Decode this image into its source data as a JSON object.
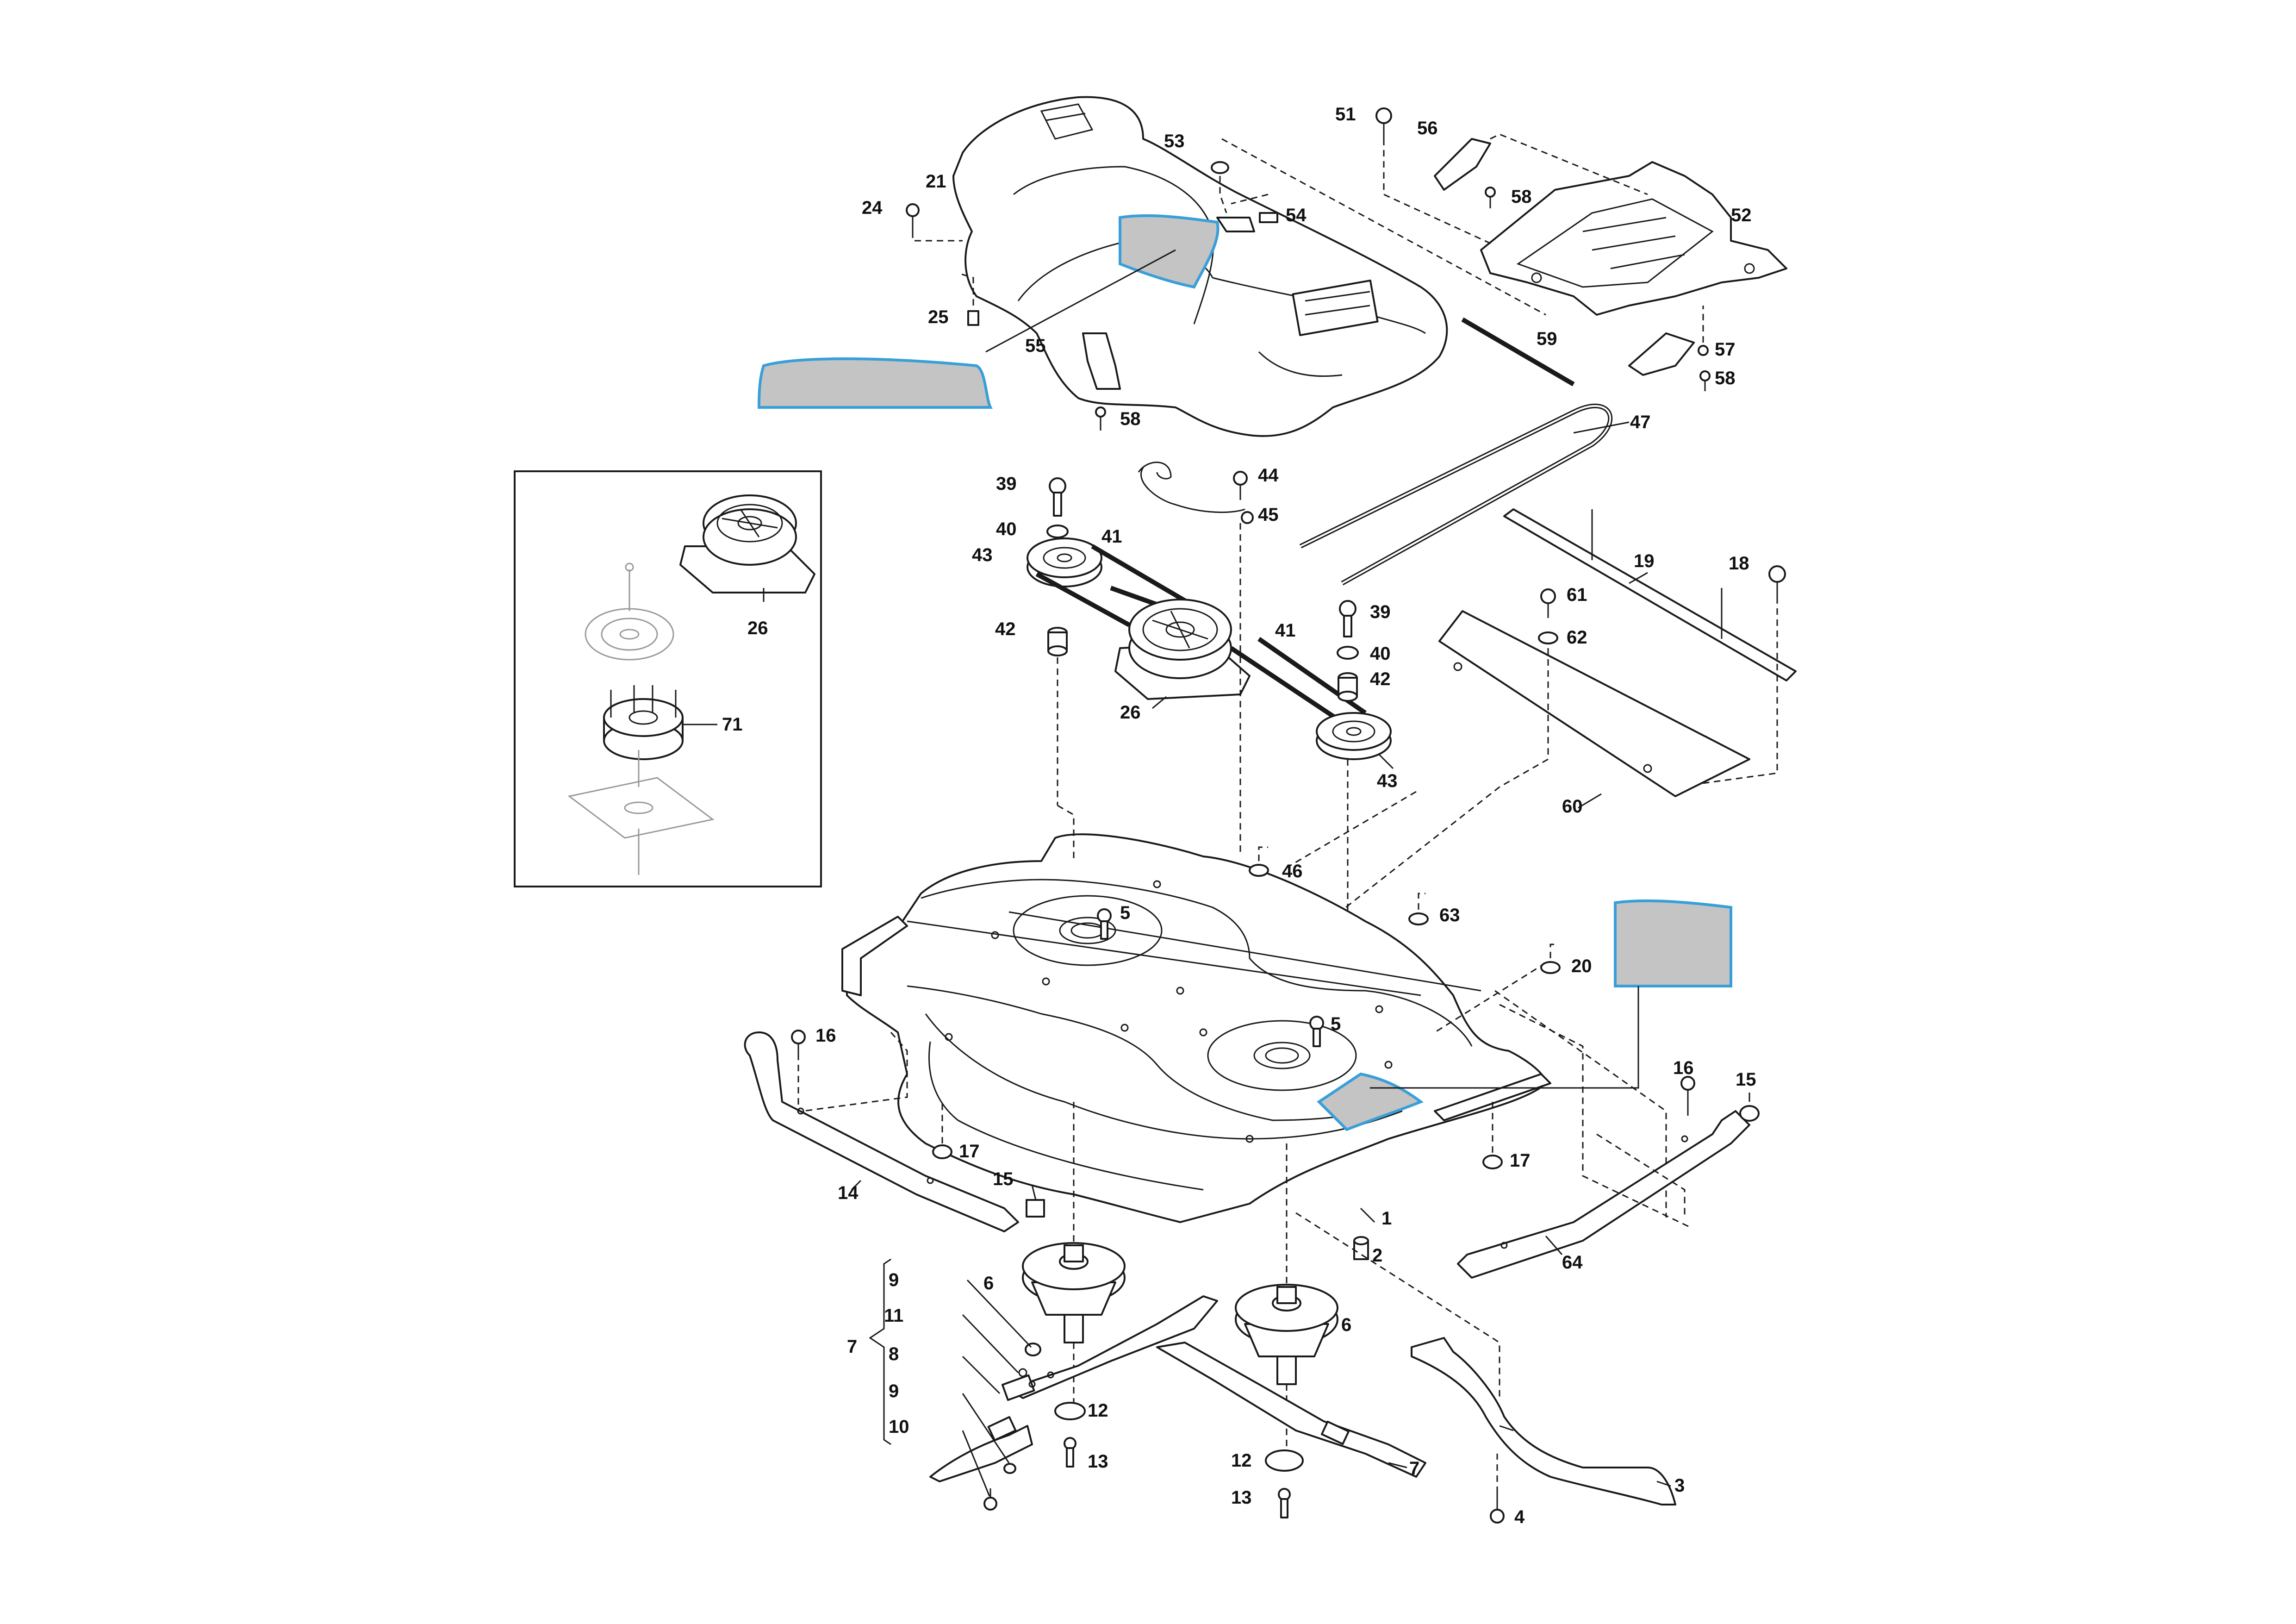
{
  "callouts": [
    {
      "key": "c21",
      "label": "21"
    },
    {
      "key": "c24",
      "label": "24"
    },
    {
      "key": "c25",
      "label": "25"
    },
    {
      "key": "c53",
      "label": "53"
    },
    {
      "key": "c54",
      "label": "54"
    },
    {
      "key": "c55",
      "label": "55"
    },
    {
      "key": "c58a",
      "label": "58"
    },
    {
      "key": "c51",
      "label": "51"
    },
    {
      "key": "c56",
      "label": "56"
    },
    {
      "key": "c58b",
      "label": "58"
    },
    {
      "key": "c52",
      "label": "52"
    },
    {
      "key": "c59",
      "label": "59"
    },
    {
      "key": "c57",
      "label": "57"
    },
    {
      "key": "c58c",
      "label": "58"
    },
    {
      "key": "c47",
      "label": "47"
    },
    {
      "key": "c26a",
      "label": "26"
    },
    {
      "key": "c71",
      "label": "71"
    },
    {
      "key": "c39a",
      "label": "39"
    },
    {
      "key": "c40a",
      "label": "40"
    },
    {
      "key": "c41a",
      "label": "41"
    },
    {
      "key": "c43a",
      "label": "43"
    },
    {
      "key": "c42a",
      "label": "42"
    },
    {
      "key": "c44",
      "label": "44"
    },
    {
      "key": "c45",
      "label": "45"
    },
    {
      "key": "c39b",
      "label": "39"
    },
    {
      "key": "c41b",
      "label": "41"
    },
    {
      "key": "c40b",
      "label": "40"
    },
    {
      "key": "c42b",
      "label": "42"
    },
    {
      "key": "c26b",
      "label": "26"
    },
    {
      "key": "c43b",
      "label": "43"
    },
    {
      "key": "c19",
      "label": "19"
    },
    {
      "key": "c18",
      "label": "18"
    },
    {
      "key": "c61",
      "label": "61"
    },
    {
      "key": "c62",
      "label": "62"
    },
    {
      "key": "c60",
      "label": "60"
    },
    {
      "key": "c46",
      "label": "46"
    },
    {
      "key": "c63",
      "label": "63"
    },
    {
      "key": "c20",
      "label": "20"
    },
    {
      "key": "c5a",
      "label": "5"
    },
    {
      "key": "c5b",
      "label": "5"
    },
    {
      "key": "c16a",
      "label": "16"
    },
    {
      "key": "c17a",
      "label": "17"
    },
    {
      "key": "c14",
      "label": "14"
    },
    {
      "key": "c15a",
      "label": "15"
    },
    {
      "key": "c1",
      "label": "1"
    },
    {
      "key": "c2",
      "label": "2"
    },
    {
      "key": "c17b",
      "label": "17"
    },
    {
      "key": "c16b",
      "label": "16"
    },
    {
      "key": "c15b",
      "label": "15"
    },
    {
      "key": "c64",
      "label": "64"
    },
    {
      "key": "c6a",
      "label": "6"
    },
    {
      "key": "c6b",
      "label": "6"
    },
    {
      "key": "c9a",
      "label": "9"
    },
    {
      "key": "c11",
      "label": "11"
    },
    {
      "key": "c7a",
      "label": "7"
    },
    {
      "key": "c8",
      "label": "8"
    },
    {
      "key": "c9b",
      "label": "9"
    },
    {
      "key": "c10",
      "label": "10"
    },
    {
      "key": "c12a",
      "label": "12"
    },
    {
      "key": "c13a",
      "label": "13"
    },
    {
      "key": "c12b",
      "label": "12"
    },
    {
      "key": "c13b",
      "label": "13"
    },
    {
      "key": "c7b",
      "label": "7"
    },
    {
      "key": "c3",
      "label": "3"
    },
    {
      "key": "c4",
      "label": "4"
    }
  ],
  "colors": {
    "line": "#1a1a1a",
    "decal_fill": "#c4c4c4",
    "decal_outline": "#3a9fd8",
    "background": "#ffffff"
  }
}
